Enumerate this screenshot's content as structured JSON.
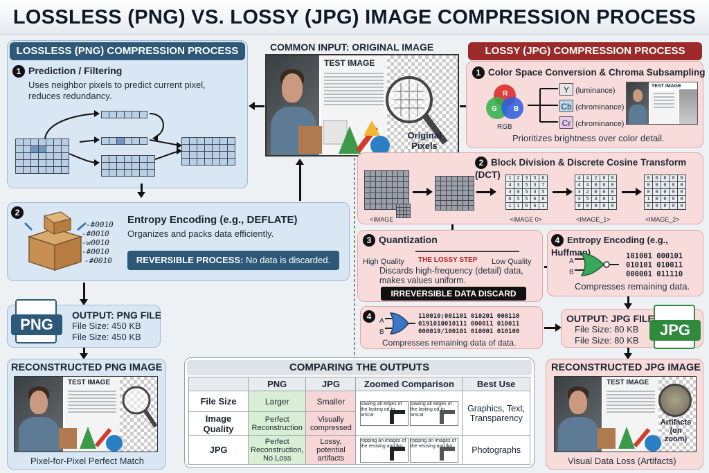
{
  "title": "LOSSLESS (PNG) VS. LOSSY (JPG) IMAGE COMPRESSION PROCESS",
  "lossless": {
    "header": "LOSSLESS (PNG) COMPRESSION PROCESS",
    "step1": {
      "num": "1",
      "title": "Prediction / Filtering",
      "desc": "Uses neighbor pixels to predict current pixel, reduces redundancy."
    },
    "step2": {
      "num": "2",
      "title": "Entropy Encoding (e.g., DEFLATE)",
      "desc": "Organizes and packs data efficiently.",
      "bits": [
        "-#0010",
        "-#0010",
        "-w0010",
        "-#0010",
        "-#0010"
      ],
      "reversible_label": "REVERSIBLE PROCESS:",
      "reversible_text": "No data is discarded."
    },
    "output": {
      "badge": "PNG",
      "title": "OUTPUT: PNG FILE",
      "size1": "File Size: 450 KB",
      "size2": "File Size: 450 KB"
    },
    "reconstructed": {
      "title": "RECONSTRUCTED PNG IMAGE",
      "test_label": "TEST IMAGE",
      "caption": "Pixel-for-Pixel Perfect Match"
    }
  },
  "input": {
    "header": "COMMON INPUT: ORIGINAL IMAGE",
    "test_label": "TEST IMAGE",
    "caption": "Original Pixels"
  },
  "lossy": {
    "header": "LOSSY (JPG) COMPRESSION PROCESS",
    "step1": {
      "num": "1",
      "title": "Color Space Conversion & Chroma Subsampling",
      "rgb": [
        "R",
        "G",
        "B"
      ],
      "rgb_label": "RGB",
      "channels": [
        {
          "code": "Y",
          "desc": "(luminance)"
        },
        {
          "code": "Cb",
          "desc": "(chrominance)"
        },
        {
          "code": "Cr",
          "desc": "(chrominance)"
        }
      ],
      "test_label": "TEST IMAGE",
      "desc": "Prioritizes brightness over color detail."
    },
    "step2": {
      "num": "2",
      "title": "Block Division & Discrete Cosine Transform (DCT)",
      "labels": [
        "<IMAGE",
        "<IMAGE 0>",
        "<IMAGE_1>",
        "<IMAGE_2>"
      ],
      "m1": [
        "1",
        "2",
        "3",
        "5",
        "6",
        "4",
        "3",
        "5",
        "3",
        "7",
        "3",
        "0",
        "5",
        "3",
        "5",
        "6",
        "5",
        "5",
        "6",
        "8",
        "1",
        "1",
        "6",
        "6",
        "1"
      ],
      "m2": [
        "4",
        "4",
        "2",
        "8",
        "0",
        "4",
        "4",
        "0",
        "0",
        "0",
        "3",
        "2",
        "0",
        "0",
        "0",
        "4",
        "5",
        "3",
        "0",
        "1",
        "0",
        "0",
        "0",
        "0",
        "0"
      ],
      "m3": [
        "0",
        "0",
        "0",
        "0",
        "0",
        "0",
        "0",
        "0",
        "0",
        "0",
        "0",
        "0",
        "0",
        "0",
        "0",
        "1",
        "0",
        "0",
        "0",
        "0",
        "0",
        "0",
        "0",
        "0",
        "0"
      ]
    },
    "step3": {
      "num": "3",
      "title": "Quantization",
      "high": "High Quality",
      "lossy": "THE LOSSY STEP",
      "low": "Low Quality",
      "desc": "Discards high-frequency (detail) data, makes values uniform.",
      "banner": "IRREVERSIBLE DATA DISCARD"
    },
    "step4a": {
      "num": "4",
      "title": "Entropy Encoding (e.g., Huffman)",
      "a": "A",
      "b": "B",
      "bits": [
        "101001 000101",
        "010101 010011",
        "000001 011110"
      ],
      "desc": "Compresses remaining data."
    },
    "step4b": {
      "num": "4",
      "a": "A",
      "b": "B",
      "bits": [
        "110010;001101 010201 000110",
        "0191010010111 000011 010011",
        "000019/100101 010001 010100"
      ],
      "desc": "Compresses remaining data of data."
    },
    "output": {
      "badge": "JPG",
      "title": "OUTPUT: JPG FILE",
      "size1": "File Size: 80 KB",
      "size2": "File Size: 80 KB"
    },
    "reconstructed": {
      "title": "RECONSTRUCTED JPG IMAGE",
      "test_label": "TEST IMAGE",
      "artifacts": "Artifacts",
      "artifacts2": "(on",
      "artifacts3": "zoom)",
      "caption": "Visual Data Loss (Artifacts)"
    }
  },
  "compare": {
    "title": "COMPARING THE OUTPUTS",
    "headers": [
      "",
      "PNG",
      "JPG",
      "Zoomed Comparison",
      "Best Use"
    ],
    "rows": [
      {
        "label": "File Size",
        "png": "Larger",
        "jpg": "Smaller",
        "zoom_a": "sawing all edges of the lasting od to artical",
        "zoom_b": "sawing all edges of the lasting od to artical",
        "use": "Graphics, Text, Transparency"
      },
      {
        "label": "Image Quality",
        "png": "Perfect Reconstruction",
        "jpg": "Visually compressed",
        "zoom_a": "",
        "zoom_b": "",
        "use": ""
      },
      {
        "label": "JPG",
        "png": "Perfect Reconstruction, No Loss",
        "jpg": "Lossy, potential artifacts",
        "zoom_a": "ropping an images of the resising and lko",
        "zoom_b": "ropping an images of the resising and lko",
        "use": "Photographs"
      }
    ]
  },
  "colors": {
    "blue_header": "#2d5877",
    "red_header": "#9c2a2a",
    "blue_panel": "#d8e7f3",
    "pink_panel": "#f8dcdc"
  }
}
